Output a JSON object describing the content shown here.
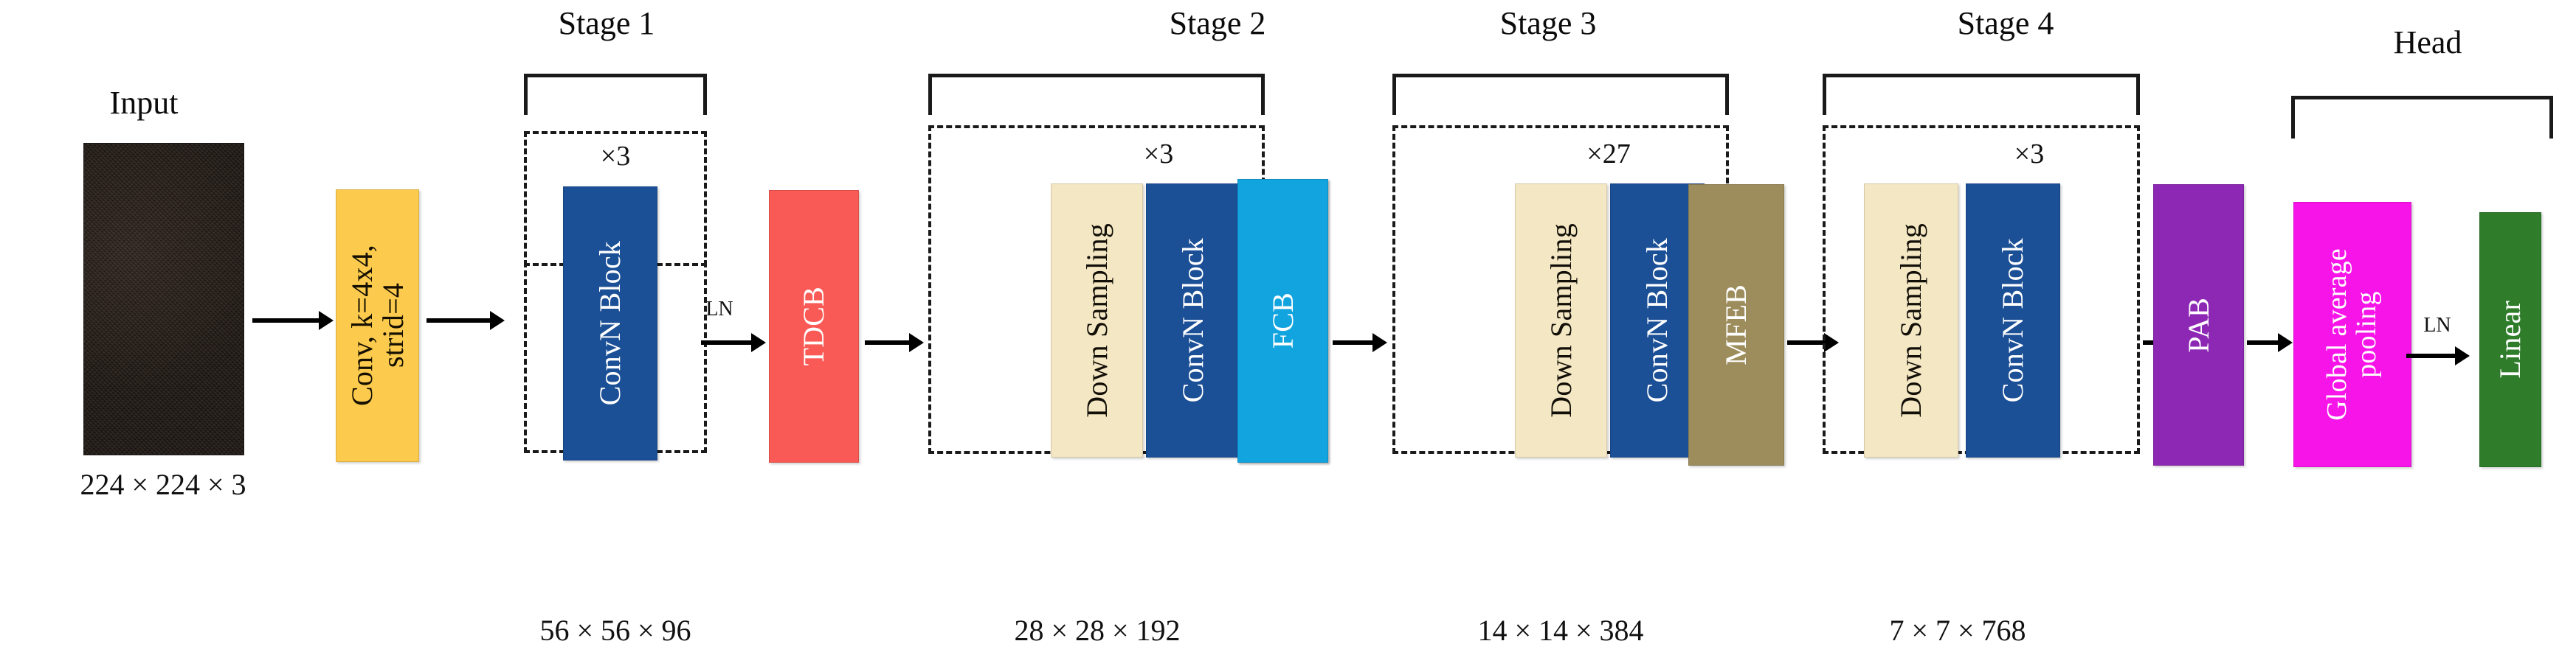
{
  "figure": {
    "type": "neural-network-architecture-diagram",
    "background": "#ffffff"
  },
  "input": {
    "title": "Input",
    "dimension_label": "224 × 224 × 3",
    "thumbnail_description": "dark noise image"
  },
  "stem": {
    "label": "Conv, k=4x4,\nstrid=4",
    "color": "#FCCB4E"
  },
  "stages": [
    {
      "title": "Stage 1",
      "repeat": "×3",
      "blocks": [
        {
          "label": "ConvN Block",
          "color": "#1B4F96"
        }
      ],
      "output_dim": "56 × 56 × 96"
    },
    {
      "title": "Stage 2",
      "repeat": "×3",
      "blocks": [
        {
          "label": "Down Sampling",
          "color": "#F4E7C3"
        },
        {
          "label": "ConvN Block",
          "color": "#1B4F96"
        }
      ],
      "output_dim": "28 × 28 × 192"
    },
    {
      "title": "Stage 3",
      "repeat": "×27",
      "blocks": [
        {
          "label": "Down Sampling",
          "color": "#F4E7C3"
        },
        {
          "label": "ConvN Block",
          "color": "#1B4F96"
        }
      ],
      "output_dim": "14 × 14 × 384"
    },
    {
      "title": "Stage 4",
      "repeat": "×3",
      "blocks": [
        {
          "label": "Down Sampling",
          "color": "#F4E7C3"
        },
        {
          "label": "ConvN Block",
          "color": "#1B4F96"
        }
      ],
      "output_dim": "7 × 7 × 768"
    }
  ],
  "interstage": {
    "tdcb": {
      "label": "TDCB",
      "color": "#FA5A55",
      "incoming_edge_label": "LN"
    },
    "fcb": {
      "label": "FCB",
      "color": "#12A4DF"
    },
    "mfeb": {
      "label": "MFEB",
      "color": "#9D8C5C"
    },
    "pab": {
      "label": "PAB",
      "color": "#8C28B4"
    }
  },
  "head": {
    "title": "Head",
    "global_average_pooling": {
      "label": "Global average\npooling",
      "color": "#F714E8"
    },
    "edge_label": "LN",
    "linear": {
      "label": "Linear",
      "color": "#2F7D2B"
    }
  }
}
